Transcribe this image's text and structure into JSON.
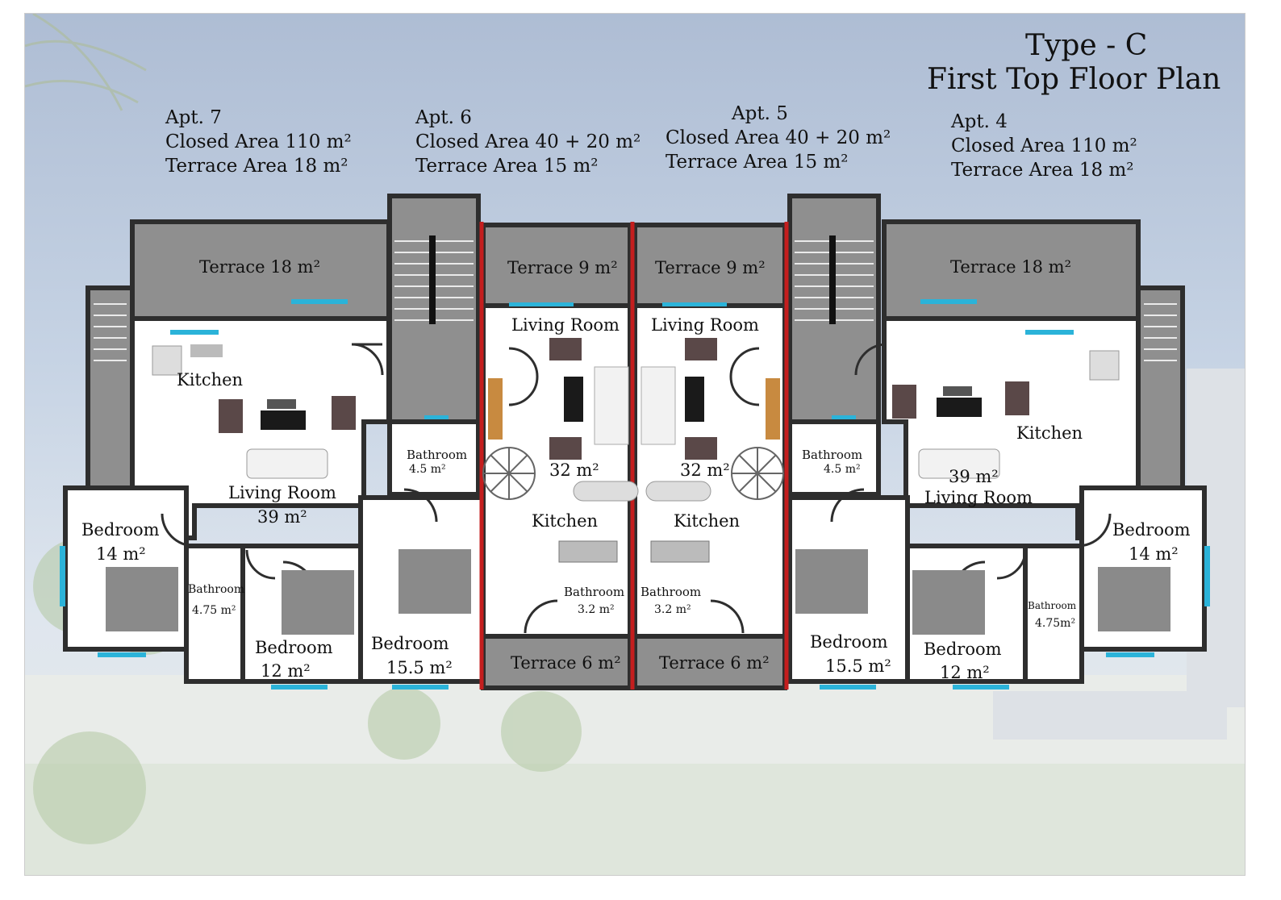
{
  "header": {
    "type_label": "Type - C",
    "plan_title": "First Top Floor Plan"
  },
  "apartments": [
    {
      "name": "Apt. 7",
      "closed": "Closed Area 110 m²",
      "terrace": "Terrace Area 18 m²"
    },
    {
      "name": "Apt. 6",
      "closed": "Closed Area 40 + 20 m²",
      "terrace": "Terrace Area 15 m²"
    },
    {
      "name": "Apt. 5",
      "closed": "Closed Area 40 + 20 m²",
      "terrace": "Terrace Area 15 m²"
    },
    {
      "name": "Apt. 4",
      "closed": "Closed Area 110 m²",
      "terrace": "Terrace Area 18 m²"
    }
  ],
  "rooms": {
    "apt7": {
      "terrace": "Terrace 18 m²",
      "kitchen": "Kitchen",
      "living": "Living Room",
      "living_area": "39 m²",
      "bedroom_a": "Bedroom",
      "bedroom_a_area": "14 m²",
      "bathroom_a": "Bathroom",
      "bathroom_a_area": "4.75 m²",
      "bedroom_b": "Bedroom",
      "bedroom_b_area": "12  m²",
      "bedroom_c": "Bedroom",
      "bedroom_c_area": "15.5 m²",
      "bathroom_b": "Bathroom",
      "bathroom_b_area": "4.5 m²"
    },
    "apt6": {
      "terrace_top": "Terrace 9 m²",
      "living": "Living Room",
      "living_area": "32 m²",
      "kitchen": "Kitchen",
      "bathroom": "Bathroom",
      "bathroom_area": "3.2 m²",
      "terrace_bottom": "Terrace 6 m²"
    },
    "apt5": {
      "terrace_top": "Terrace 9 m²",
      "living": "Living Room",
      "living_area": "32 m²",
      "kitchen": "Kitchen",
      "bathroom": "Bathroom",
      "bathroom_area": "3.2 m²",
      "terrace_bottom": "Terrace 6 m²"
    },
    "apt4": {
      "terrace": "Terrace 18 m²",
      "kitchen": "Kitchen",
      "living_area": "39 m²",
      "living": "Living Room",
      "bathroom_b": "Bathroom",
      "bathroom_b_area": "4.5 m²",
      "bedroom_a": "Bedroom",
      "bedroom_a_area": "14 m²",
      "bathroom_a": "Bathroom",
      "bathroom_a_area": "4.75m²",
      "bedroom_b": "Bedroom",
      "bedroom_b_area": "12 m²",
      "bedroom_c": "Bedroom",
      "bedroom_c_area": "15.5 m²"
    }
  },
  "colors": {
    "wall": "#3a3a3a",
    "terrace": "#8c8c8c",
    "party_wall": "#c41e1e",
    "window": "#2bb3d9",
    "floor": "#ffffff",
    "sky": "#b8c6da"
  }
}
